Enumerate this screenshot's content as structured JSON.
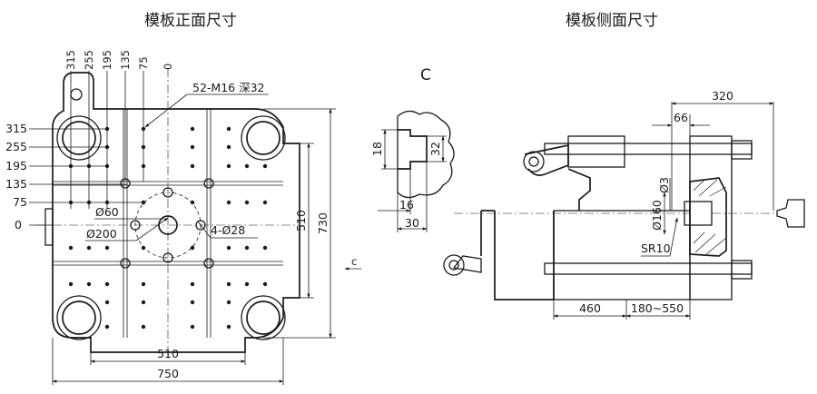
{
  "titles": {
    "front": "模板正面尺寸",
    "side": "模板侧面尺寸"
  },
  "front": {
    "top_ticks": [
      "315",
      "255",
      "195",
      "135",
      "75",
      "0"
    ],
    "left_ticks": [
      "315",
      "255",
      "195",
      "135",
      "75",
      "0"
    ],
    "thread_note": "52-M16 深32",
    "hole_note": "4-Ø28",
    "dia60": "Ø60",
    "dia200": "Ø200",
    "dim_bottom_inner": "510",
    "dim_bottom_outer": "750",
    "dim_right_inner": "510",
    "dim_right_outer": "730"
  },
  "detail": {
    "label": "C",
    "dim_18": "18",
    "dim_32": "32",
    "dim_16": "16",
    "dim_30": "30",
    "arrow_label": "c"
  },
  "side": {
    "dim_320": "320",
    "dim_66": "66",
    "dim_phi3": "Ø3",
    "dim_phi160": "Ø160",
    "dim_sr10": "SR10",
    "dim_460": "460",
    "dim_stroke": "180~550"
  }
}
